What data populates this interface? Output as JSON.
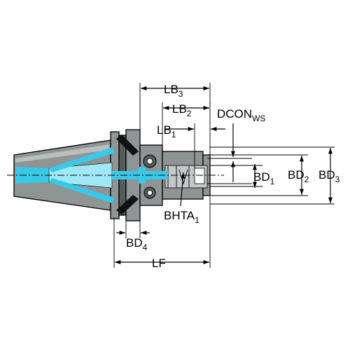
{
  "colors": {
    "steel": "#8f9494",
    "steel_dark": "#555a5a",
    "steel_light": "#c4c8c8",
    "coolant": "#38c8e8",
    "coolant_light": "#9fe8f6",
    "line": "#000000"
  },
  "labels": {
    "lb3": "LB",
    "lb3_sub": "3",
    "lb2": "LB",
    "lb2_sub": "2",
    "lb1": "LB",
    "lb1_sub": "1",
    "dcon": "DCON",
    "dcon_sub": "WS",
    "bd1": "BD",
    "bd1_sub": "1",
    "bd2": "BD",
    "bd2_sub": "2",
    "bd3": "BD",
    "bd3_sub": "3",
    "bhta": "BHTA",
    "bhta_sub": "1",
    "bd4": "BD",
    "bd4_sub": "4",
    "lf": "LF"
  }
}
